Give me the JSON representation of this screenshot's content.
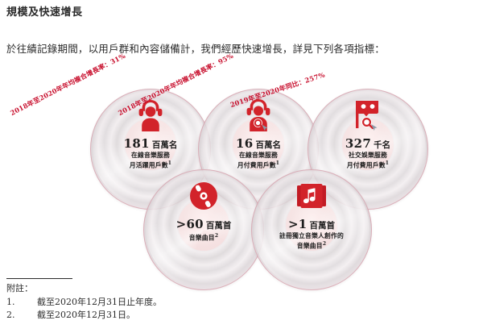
{
  "page": {
    "title": "規模及快速增長",
    "intro": "於往績記錄期間，以用戶群和內容儲備計，我們經歷快速增長，詳見下列各項指標："
  },
  "colors": {
    "brand_red": "#c8102e",
    "icon_red": "#d2232a",
    "text_dark": "#231f20",
    "disc_rim_pink": "#d8a0ac"
  },
  "metrics": [
    {
      "id": "online-music-mau",
      "banner": "2018年至2020年年均複合增長率：31%",
      "icon": "user-headphones-icon",
      "value": "181",
      "unit": "百萬名",
      "desc_line1": "在線音樂服務",
      "desc_line2": "月活躍用戶數",
      "footnote_ref": "1"
    },
    {
      "id": "online-music-paying",
      "banner": "2018年至2020年年均複合增長率：95%",
      "icon": "user-headphones-cursor-icon",
      "value": "16",
      "unit": "百萬名",
      "desc_line1": "在線音樂服務",
      "desc_line2": "月付費用戶數",
      "footnote_ref": "1"
    },
    {
      "id": "social-entertainment-paying",
      "banner": "2019年至2020年同比：257%",
      "icon": "mask-cursor-icon",
      "value": "327",
      "unit": "千名",
      "desc_line1": "社交娛樂服務",
      "desc_line2": "月付費用戶數",
      "footnote_ref": "1"
    },
    {
      "id": "music-tracks",
      "banner": "",
      "icon": "cd-disc-icon",
      "value": ">60",
      "unit": "百萬首",
      "desc_line1": "音樂曲目",
      "desc_line2": "",
      "footnote_ref": "2"
    },
    {
      "id": "indie-artist-tracks",
      "banner": "",
      "icon": "music-note-cards-icon",
      "value": ">1",
      "unit": "百萬首",
      "desc_line1": "註冊獨立音樂人創作的",
      "desc_line2": "音樂曲目",
      "footnote_ref": "2"
    }
  ],
  "footnotes": {
    "title": "附註：",
    "items": [
      {
        "num": "1.",
        "text": "截至2020年12月31日止年度。"
      },
      {
        "num": "2.",
        "text": "截至2020年12月31日。"
      }
    ]
  }
}
